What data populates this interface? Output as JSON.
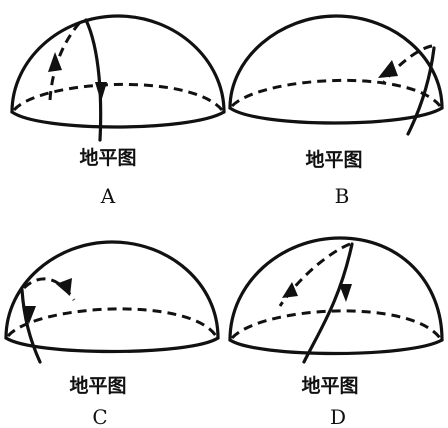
{
  "panels": [
    {
      "id": "A",
      "caption": "地平图",
      "letter": "A"
    },
    {
      "id": "B",
      "caption": "地平图",
      "letter": "B"
    },
    {
      "id": "C",
      "caption": "地平图",
      "letter": "C"
    },
    {
      "id": "D",
      "caption": "地平图",
      "letter": "D"
    }
  ]
}
